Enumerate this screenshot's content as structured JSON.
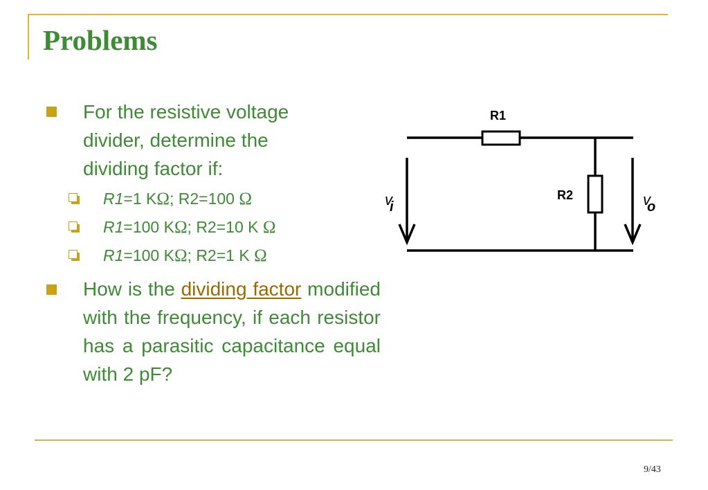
{
  "slide": {
    "title": "Problems",
    "page": "9/43"
  },
  "bullet1": {
    "line1": "For the resistive voltage",
    "line2": "divider, determine the",
    "line3": "dividing factor if:"
  },
  "subitems": [
    {
      "r1_label": "R1",
      "r1_value": "=1 K",
      "r2_text": "; R2=100 "
    },
    {
      "r1_label": "R1",
      "r1_value": "=100 K",
      "r2_text": "; R2=10 K "
    },
    {
      "r1_label": "R1",
      "r1_value": "=100 K",
      "r2_text": "; R2=1 K "
    }
  ],
  "omega": "Ω",
  "bullet2": {
    "lead": "How is the",
    "link": "dividing factor",
    "rest": "modified with the frequency, if each resistor has a parasitic capacitance equal with  2 pF?"
  },
  "circuit": {
    "r1": "R1",
    "r2": "R2",
    "vi_main": "v",
    "vi_sub": "i",
    "vo_main": "v",
    "vo_sub": "o"
  }
}
